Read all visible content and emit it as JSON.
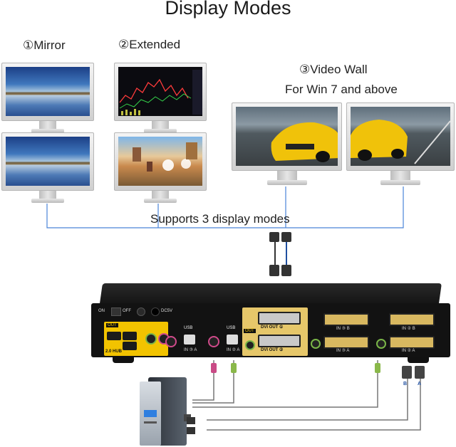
{
  "title": "Display Modes",
  "modes": {
    "mirror": "①Mirror",
    "extended": "②Extended",
    "video_wall": "③Video Wall",
    "video_wall_note": "For Win 7 and above"
  },
  "supports_text": "Supports 3 display modes",
  "device": {
    "power_on": "ON",
    "power_off": "OFF",
    "dc_label": "DC5V",
    "out_badge": "OUT",
    "hub_label": "2.0 HUB",
    "usb_label_1": "USB",
    "usb_port_1": "IN ③ A",
    "usb_label_2": "USB",
    "usb_port_2": "IN ② A",
    "dvi_out_1": "DVI OUT ①",
    "dvi_out_2": "DVI OUT ②",
    "in_3b": "IN ③ B",
    "in_3a": "IN ③ A",
    "in_2b": "IN ② B",
    "in_2a": "IN ② A",
    "out_badge_2": "OUT",
    "cable_a": "A",
    "cable_b": "B"
  },
  "colors": {
    "device_body": "#1a1a1a",
    "accent_yellow": "#f2c300",
    "cable_blue": "#1f4fa0"
  }
}
